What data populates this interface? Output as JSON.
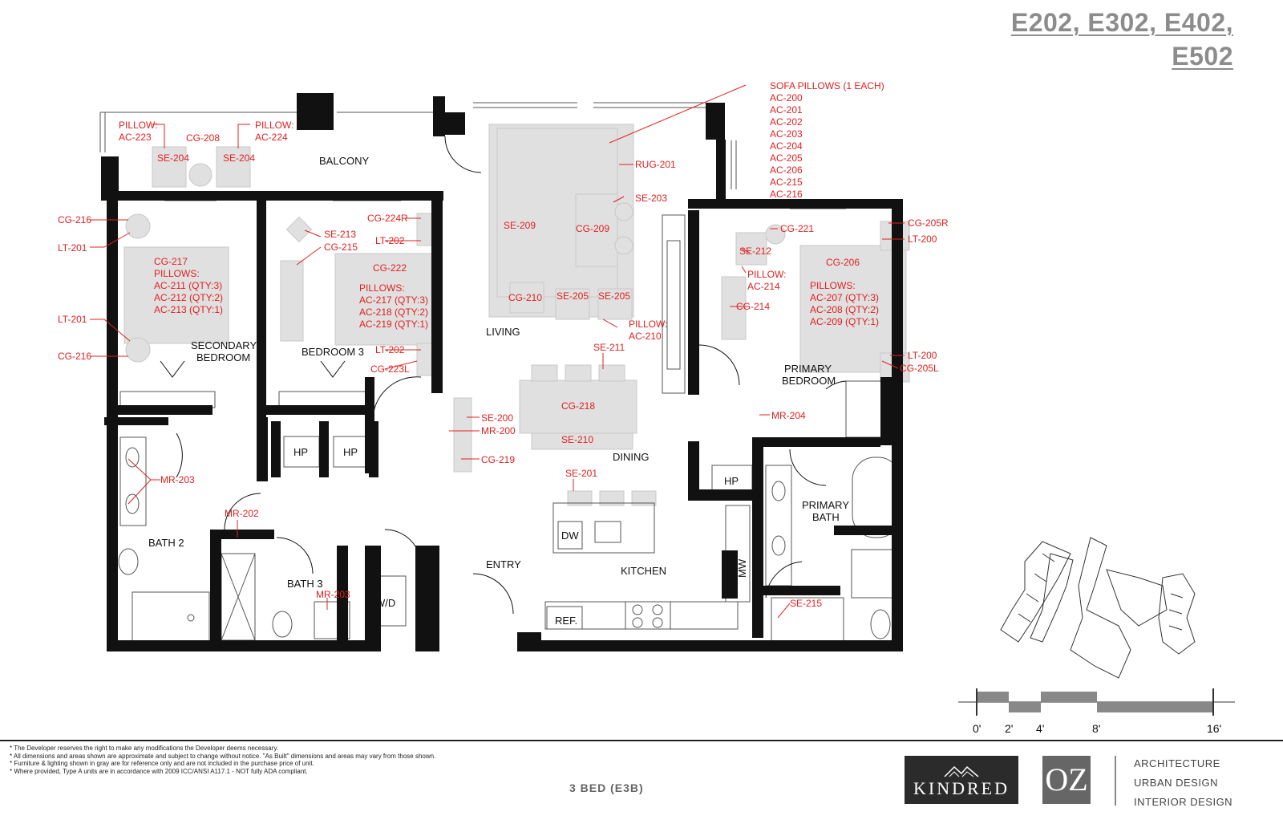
{
  "header": {
    "title_line_1": "E202, E302, E402,",
    "title_line_2": "E502"
  },
  "rooms": {
    "balcony": "BALCONY",
    "living": "LIVING",
    "dining": "DINING",
    "kitchen": "KITCHEN",
    "entry": "ENTRY",
    "secondary_bedroom_1": "SECONDARY",
    "secondary_bedroom_2": "BEDROOM",
    "bedroom3": "BEDROOM 3",
    "primary_bedroom_1": "PRIMARY",
    "primary_bedroom_2": "BEDROOM",
    "primary_bath_1": "PRIMARY",
    "primary_bath_2": "BATH",
    "bath2": "BATH 2",
    "bath3": "BATH 3"
  },
  "fixtures": {
    "hp": "HP",
    "wd": "W/D",
    "dw": "DW",
    "ref": "REF.",
    "mw": "MW"
  },
  "labels": {
    "pillow": "PILLOW:",
    "pillows": "PILLOWS:",
    "ac223": "AC-223",
    "ac224": "AC-224",
    "cg208": "CG-208",
    "se204": "SE-204",
    "sofa_pillows": "SOFA PILLOWS (1 EACH)",
    "ac200": "AC-200",
    "ac201": "AC-201",
    "ac202": "AC-202",
    "ac203": "AC-203",
    "ac204": "AC-204",
    "ac205": "AC-205",
    "ac206": "AC-206",
    "ac215": "AC-215",
    "ac216": "AC-216",
    "rug201": "RUG-201",
    "se203": "SE-203",
    "se209": "SE-209",
    "cg209": "CG-209",
    "cg210": "CG-210",
    "se205": "SE-205",
    "pillow_colon": "PILLOW:",
    "ac210": "AC-210",
    "se211": "SE-211",
    "cg218": "CG-218",
    "se210": "SE-210",
    "se200": "SE-200",
    "mr200": "MR-200",
    "cg219": "CG-219",
    "se201": "SE-201",
    "cg216": "CG-216",
    "lt201": "LT-201",
    "cg217": "CG-217",
    "ac211": "AC-211 (QTY:3)",
    "ac212": "AC-212 (QTY:2)",
    "ac213": "AC-213 (QTY:1)",
    "cg224r": "CG-224R",
    "lt202": "LT-202",
    "se213": "SE-213",
    "cg215": "CG-215",
    "cg222": "CG-222",
    "ac217": "AC-217 (QTY:3)",
    "ac218": "AC-218 (QTY:2)",
    "ac219": "AC-219 (QTY:1)",
    "cg223l": "CG-223L",
    "mr203": "MR-203",
    "mr202": "MR-202",
    "cg221": "CG-221",
    "cg205r": "CG-205R",
    "lt200": "LT-200",
    "se212": "SE-212",
    "ac214": "AC-214",
    "cg214": "CG-214",
    "cg206": "CG-206",
    "ac207": "AC-207 (QTY:3)",
    "ac208": "AC-208 (QTY:2)",
    "ac209": "AC-209 (QTY:1)",
    "cg205l": "CG-205L",
    "mr204": "MR-204",
    "se215": "SE-215"
  },
  "scale": {
    "t0": "0'",
    "t2": "2'",
    "t4": "4'",
    "t8": "8'",
    "t16": "16'"
  },
  "notes": [
    "* The Developer reserves the right to make any modifications the Developer deems necessary.",
    "* All dimensions and areas shown are approximate and subject to change without notice. \"As Built\" dimensions and areas may vary from those shown.",
    "* Furniture & lighting shown in gray are for reference only and are not included in the purchase price of unit.",
    "* Where provided, Type A units are in accordance with 2009 ICC/ANSI A117.1 - NOT fully ADA compliant."
  ],
  "unit_type": "3 BED (E3B)",
  "logos": {
    "kindred": "KINDRED",
    "oz": "OZ",
    "oz_line_1": "ARCHITECTURE",
    "oz_line_2": "URBAN DESIGN",
    "oz_line_3": "INTERIOR DESIGN"
  },
  "colors": {
    "annotation": "#e02020",
    "wall": "#000000",
    "furniture": "#dcdcdc",
    "title": "#8c8c8c"
  }
}
